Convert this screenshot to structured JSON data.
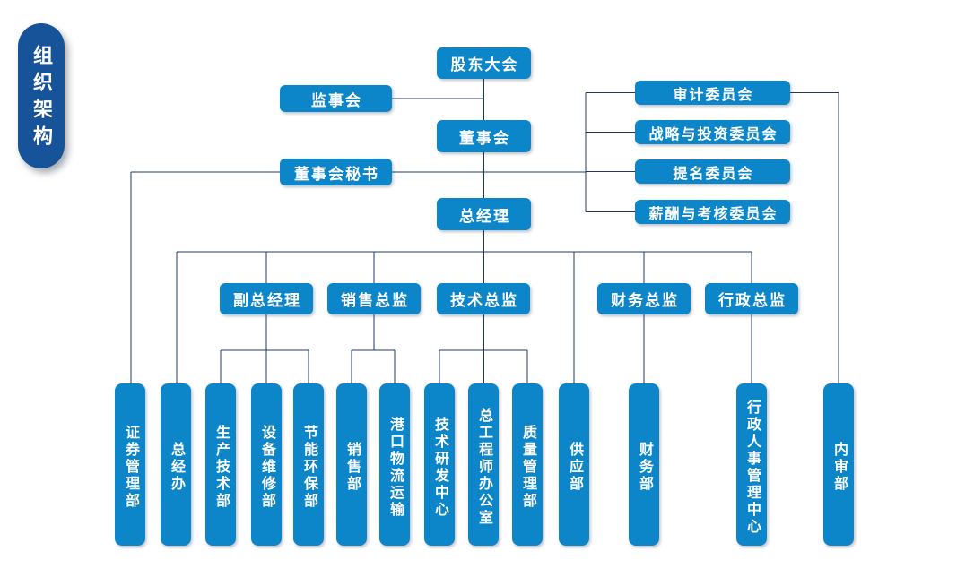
{
  "slide": {
    "badge": "组织架构"
  },
  "colors": {
    "node_blue": "#0d86c9",
    "badge_blue": "#165399",
    "connector_navy": "#1f3864",
    "text": "#ffffff",
    "background": "#ffffff"
  },
  "org": {
    "top_chain": {
      "shareholders": "股东大会",
      "supervisory": "监事会",
      "board": "董事会",
      "board_secretary": "董事会秘书",
      "general_manager": "总经理"
    },
    "committees": [
      "审计委员会",
      "战略与投资委员会",
      "提名委员会",
      "薪酬与考核委员会"
    ],
    "directors": [
      "副总经理",
      "销售总监",
      "技术总监",
      "财务总监",
      "行政总监"
    ],
    "departments": [
      "证券管理部",
      "总经办",
      "生产技术部",
      "设备维修部",
      "节能环保部",
      "销售部",
      "港口物流运输",
      "技术研发中心",
      "总工程师办公室",
      "质量管理部",
      "供应部",
      "财务部",
      "行政人事管理中心",
      "内审部"
    ]
  }
}
